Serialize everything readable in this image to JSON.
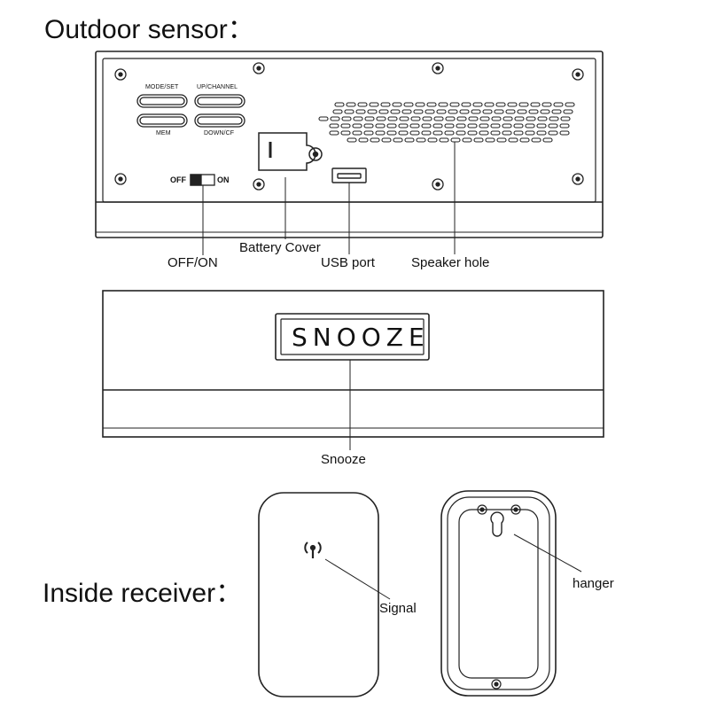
{
  "titles": {
    "outdoor_sensor": "Outdoor sensor：",
    "inside_receiver": "Inside receiver："
  },
  "sensor_back": {
    "buttons": {
      "mode_set": "MODE/SET",
      "up_channel": "UP/CHANNEL",
      "mem": "MEM",
      "down_cf": "DOWN/CF"
    },
    "switch": {
      "off": "OFF",
      "on": "ON"
    }
  },
  "callouts": {
    "off_on": "OFF/ON",
    "battery_cover": "Battery Cover",
    "usb_port": "USB port",
    "speaker_hole": "Speaker hole",
    "snooze": "Snooze",
    "signal": "Signal",
    "hanger": "hanger"
  },
  "sensor_front": {
    "snooze_button": "SNOOZE"
  },
  "colors": {
    "line": "#222222",
    "background": "#ffffff"
  }
}
